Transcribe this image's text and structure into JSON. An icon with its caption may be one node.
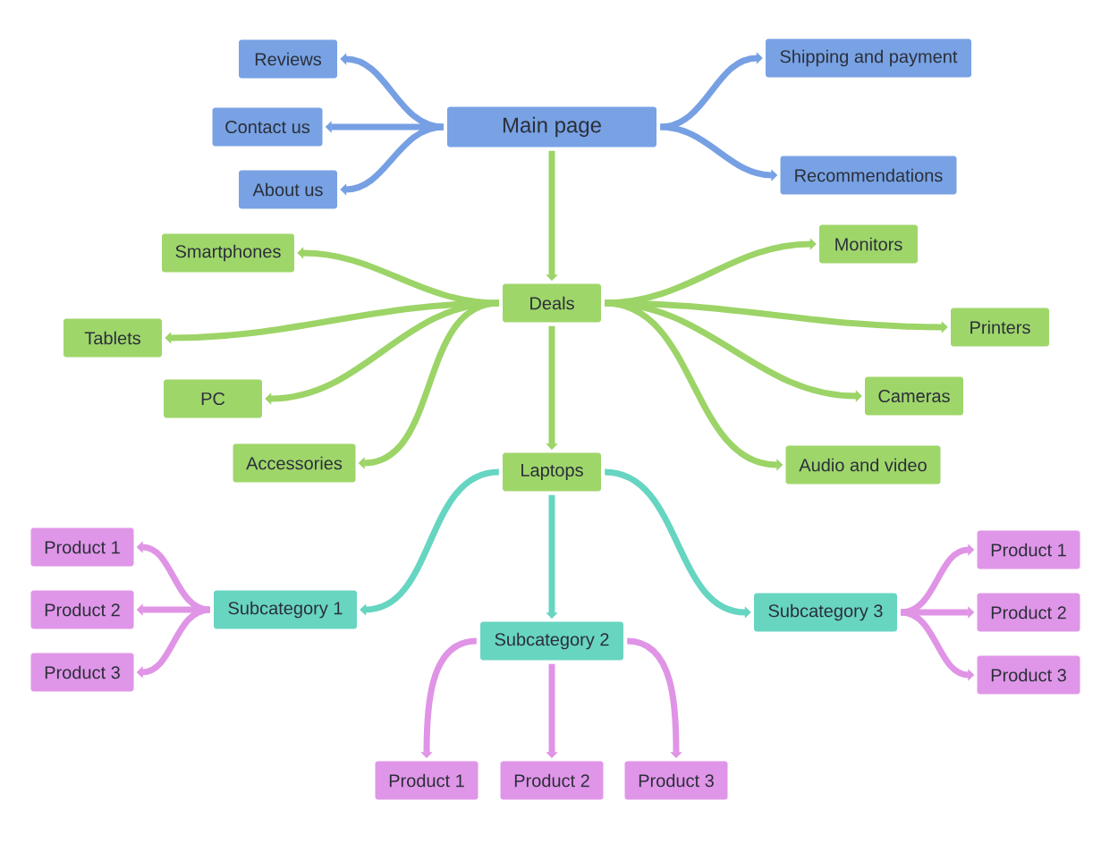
{
  "diagram": {
    "nodes": [
      {
        "text": [
          "Main page"
        ]
      },
      {
        "text": [
          "Reviews"
        ]
      },
      {
        "text": [
          "Contact us"
        ]
      },
      {
        "text": [
          "About us"
        ]
      },
      {
        "text": [
          "Shipping and payment"
        ]
      },
      {
        "text": [
          "Recommendations"
        ]
      },
      {
        "text": [
          "Deals"
        ]
      },
      {
        "text": [
          "Smartphones"
        ]
      },
      {
        "text": [
          "Tablets"
        ]
      },
      {
        "text": [
          "PC"
        ]
      },
      {
        "text": [
          "Accessories"
        ]
      },
      {
        "text": [
          "Monitors"
        ]
      },
      {
        "text": [
          "Printers"
        ]
      },
      {
        "text": [
          "Cameras"
        ]
      },
      {
        "text": [
          "Audio and video"
        ]
      },
      {
        "text": [
          "Laptops"
        ]
      },
      {
        "text": [
          "Subcategory 1"
        ]
      },
      {
        "text": [
          "Subcategory 2"
        ]
      },
      {
        "text": [
          "Subcategory 3"
        ]
      },
      {
        "text": [
          "Product 1"
        ]
      },
      {
        "text": [
          "Product 2"
        ]
      },
      {
        "text": [
          "Product 3"
        ]
      },
      {
        "text": [
          "Product 1"
        ]
      },
      {
        "text": [
          "Product 2"
        ]
      },
      {
        "text": [
          "Product 3"
        ]
      },
      {
        "text": [
          "Product 1"
        ]
      },
      {
        "text": [
          "Product 2"
        ]
      },
      {
        "text": [
          "Product 3"
        ]
      }
    ],
    "edges": [
      {
        "from": 0,
        "to": 1,
        "arrow": "to",
        "color": "#76a0e3"
      },
      {
        "from": 0,
        "to": 2,
        "arrow": "to",
        "color": "#76a0e3"
      },
      {
        "from": 0,
        "to": 3,
        "arrow": "to",
        "color": "#76a0e3"
      },
      {
        "from": 0,
        "to": 4,
        "arrow": "to",
        "color": "#76a0e3"
      },
      {
        "from": 0,
        "to": 5,
        "arrow": "to",
        "color": "#76a0e3"
      },
      {
        "from": 0,
        "to": 6,
        "arrow": "to",
        "color": "#9cd467"
      },
      {
        "from": 6,
        "to": 7,
        "arrow": "to",
        "color": "#9cd467"
      },
      {
        "from": 6,
        "to": 8,
        "arrow": "to",
        "color": "#9cd467"
      },
      {
        "from": 6,
        "to": 9,
        "arrow": "to",
        "color": "#9cd467"
      },
      {
        "from": 6,
        "to": 10,
        "arrow": "to",
        "color": "#9cd467"
      },
      {
        "from": 6,
        "to": 11,
        "arrow": "to",
        "color": "#9cd467"
      },
      {
        "from": 6,
        "to": 12,
        "arrow": "to",
        "color": "#9cd467"
      },
      {
        "from": 6,
        "to": 13,
        "arrow": "to",
        "color": "#9cd467"
      },
      {
        "from": 6,
        "to": 14,
        "arrow": "to",
        "color": "#9cd467"
      },
      {
        "from": 6,
        "to": 15,
        "arrow": "to",
        "color": "#9cd467"
      },
      {
        "from": 15,
        "to": 16,
        "arrow": "to",
        "color": "#66d5c1"
      },
      {
        "from": 15,
        "to": 17,
        "arrow": "to",
        "color": "#66d5c1"
      },
      {
        "from": 15,
        "to": 18,
        "arrow": "to",
        "color": "#66d5c1"
      },
      {
        "from": 16,
        "to": 19,
        "arrow": "to",
        "color": "#e094e6"
      },
      {
        "from": 16,
        "to": 20,
        "arrow": "to",
        "color": "#e094e6"
      },
      {
        "from": 16,
        "to": 21,
        "arrow": "to",
        "color": "#e094e6"
      },
      {
        "from": 17,
        "to": 22,
        "arrow": "to",
        "color": "#e094e6"
      },
      {
        "from": 17,
        "to": 23,
        "arrow": "to",
        "color": "#e094e6"
      },
      {
        "from": 17,
        "to": 24,
        "arrow": "to",
        "color": "#e094e6"
      },
      {
        "from": 18,
        "to": 25,
        "arrow": "to",
        "color": "#e094e6"
      },
      {
        "from": 18,
        "to": 26,
        "arrow": "to",
        "color": "#e094e6"
      },
      {
        "from": 18,
        "to": 27,
        "arrow": "to",
        "color": "#e094e6"
      }
    ]
  }
}
